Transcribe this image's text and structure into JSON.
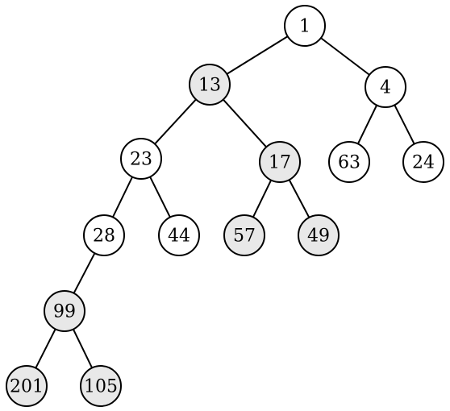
{
  "colors": {
    "highlight_fill": "#e8e8e8",
    "normal_fill": "#ffffff",
    "stroke": "#000000"
  },
  "tree": {
    "nodes": [
      {
        "id": "n1",
        "label": "1",
        "highlighted": false
      },
      {
        "id": "n13",
        "label": "13",
        "highlighted": true
      },
      {
        "id": "n4",
        "label": "4",
        "highlighted": false
      },
      {
        "id": "n23",
        "label": "23",
        "highlighted": false
      },
      {
        "id": "n17",
        "label": "17",
        "highlighted": true
      },
      {
        "id": "n63",
        "label": "63",
        "highlighted": false
      },
      {
        "id": "n24",
        "label": "24",
        "highlighted": false
      },
      {
        "id": "n28",
        "label": "28",
        "highlighted": false
      },
      {
        "id": "n44",
        "label": "44",
        "highlighted": false
      },
      {
        "id": "n57",
        "label": "57",
        "highlighted": true
      },
      {
        "id": "n49",
        "label": "49",
        "highlighted": true
      },
      {
        "id": "n99",
        "label": "99",
        "highlighted": true
      },
      {
        "id": "n201",
        "label": "201",
        "highlighted": true
      },
      {
        "id": "n105",
        "label": "105",
        "highlighted": true
      }
    ],
    "edges": [
      {
        "from": "n1",
        "to": "n13"
      },
      {
        "from": "n1",
        "to": "n4"
      },
      {
        "from": "n13",
        "to": "n23"
      },
      {
        "from": "n13",
        "to": "n17"
      },
      {
        "from": "n4",
        "to": "n63"
      },
      {
        "from": "n4",
        "to": "n24"
      },
      {
        "from": "n23",
        "to": "n28"
      },
      {
        "from": "n23",
        "to": "n44"
      },
      {
        "from": "n17",
        "to": "n57"
      },
      {
        "from": "n17",
        "to": "n49"
      },
      {
        "from": "n28",
        "to": "n99"
      },
      {
        "from": "n99",
        "to": "n201"
      },
      {
        "from": "n99",
        "to": "n105"
      }
    ]
  }
}
